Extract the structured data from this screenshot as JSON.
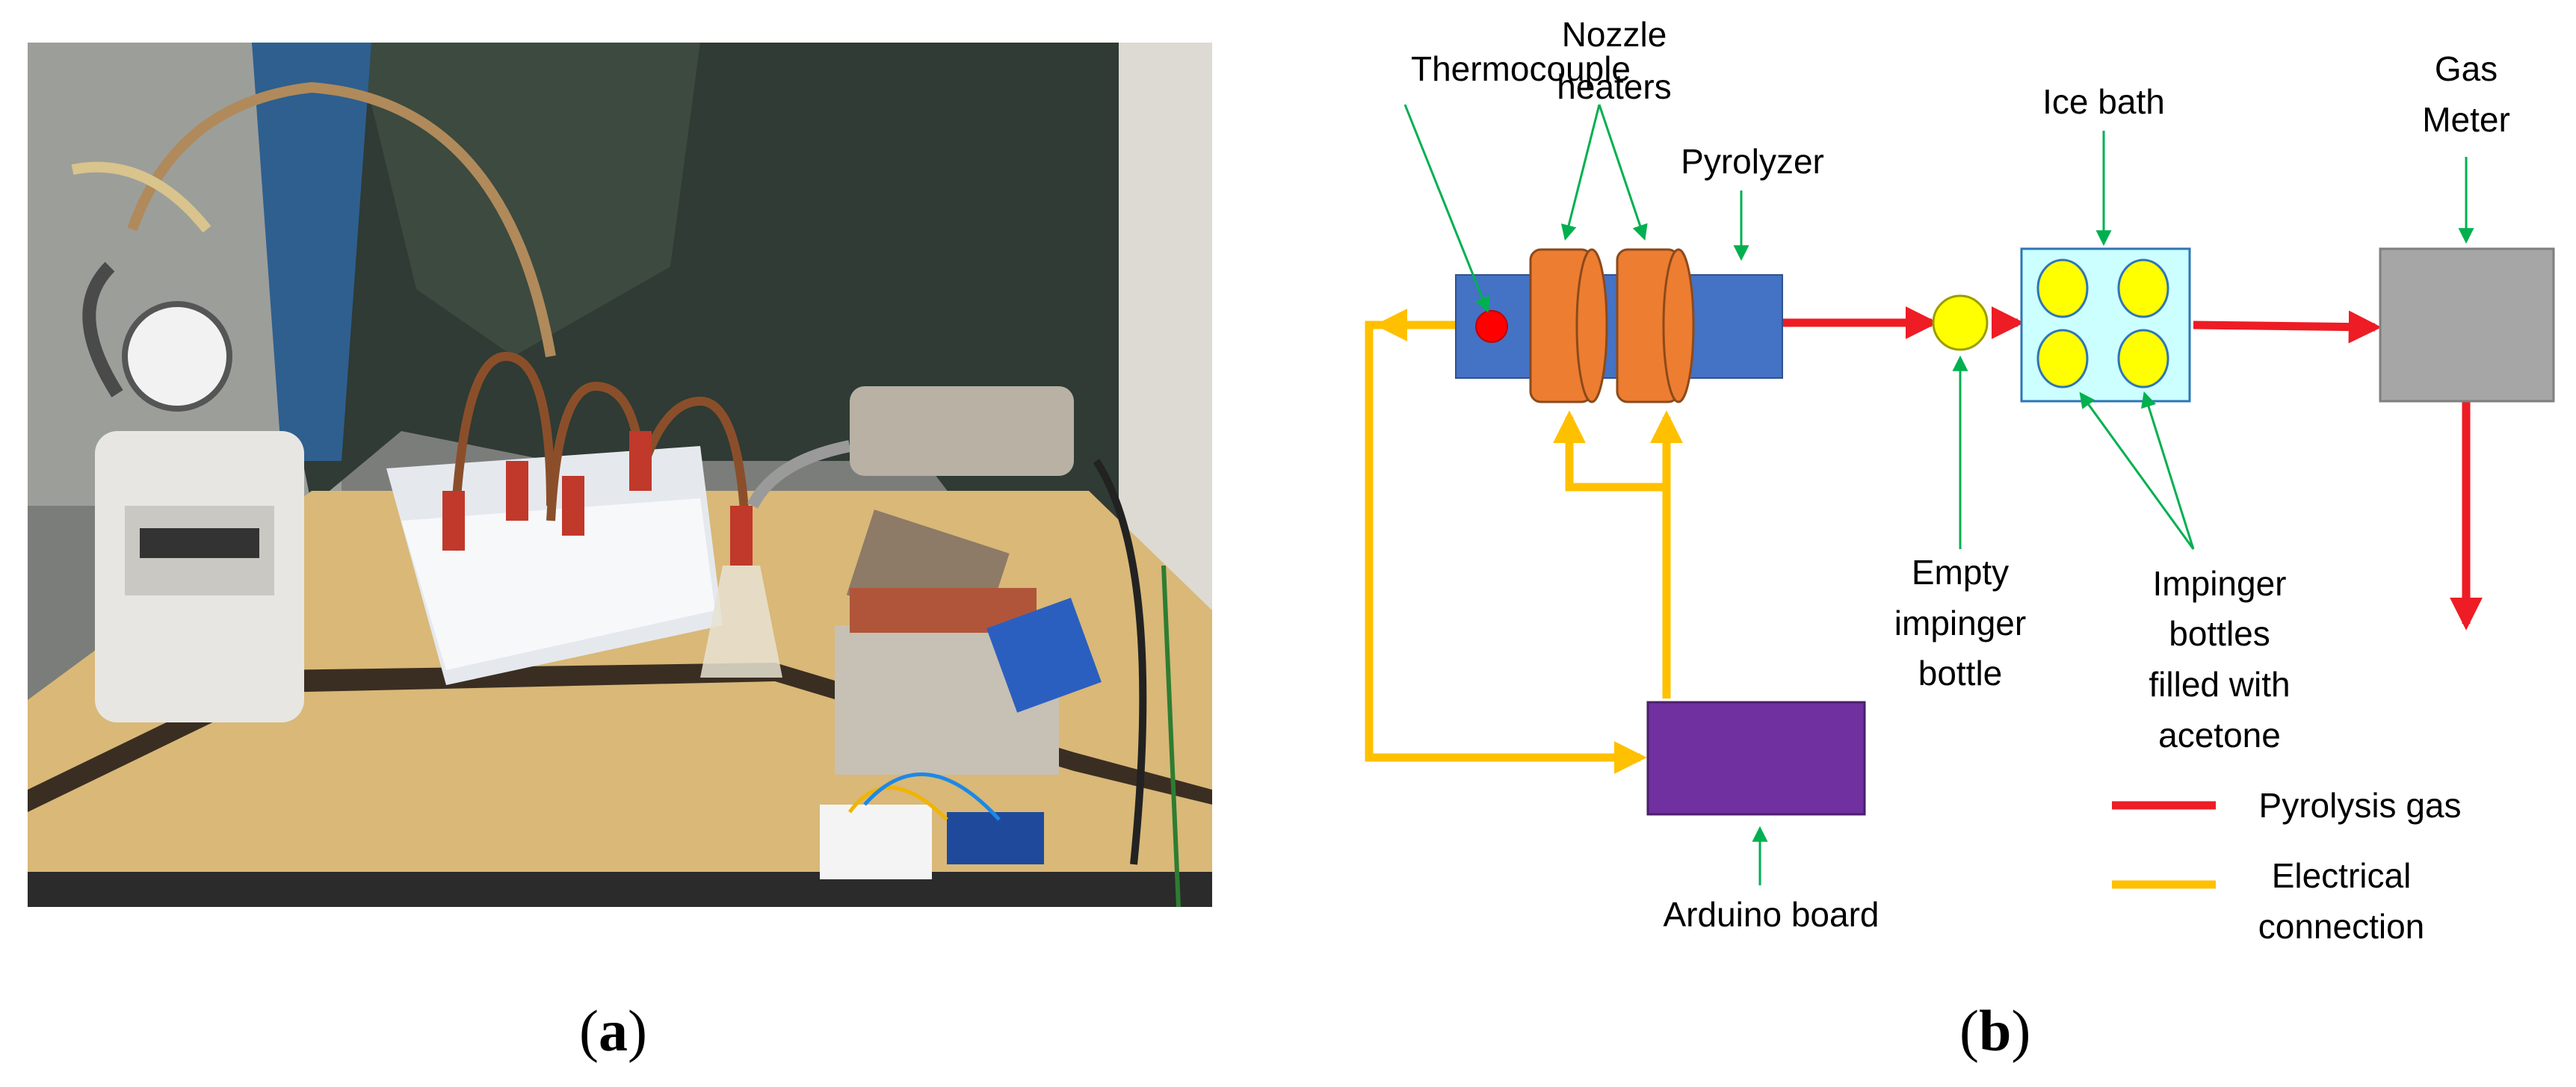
{
  "panel_a": {
    "caption_open": "(",
    "caption_letter": "a",
    "caption_close": ")"
  },
  "panel_b": {
    "caption_open": "(",
    "caption_letter": "b",
    "caption_close": ")",
    "labels": {
      "thermocouple": "Thermocouple",
      "nozzle_heaters_1": "Nozzle",
      "nozzle_heaters_2": "heaters",
      "pyrolyzer": "Pyrolyzer",
      "ice_bath": "Ice bath",
      "gas_meter_1": "Gas",
      "gas_meter_2": "Meter",
      "empty_bottle_1": "Empty",
      "empty_bottle_2": "impinger",
      "empty_bottle_3": "bottle",
      "impinger_1": "Impinger",
      "impinger_2": "bottles",
      "impinger_3": "filled with",
      "impinger_4": "acetone",
      "arduino": "Arduino board"
    },
    "legend": {
      "pyrolysis_gas": "Pyrolysis gas",
      "electrical_1": "Electrical",
      "electrical_2": "connection"
    },
    "colors": {
      "gas_line": "#ee1c24",
      "electrical_line": "#ffc000",
      "pyrolyzer": "#4472c4",
      "heater": "#ed7d31",
      "ice_bath": "#ccffff",
      "bottle": "#ffff00",
      "gas_meter": "#a6a6a6",
      "arduino": "#7030a0",
      "pointer": "#00b050"
    }
  }
}
